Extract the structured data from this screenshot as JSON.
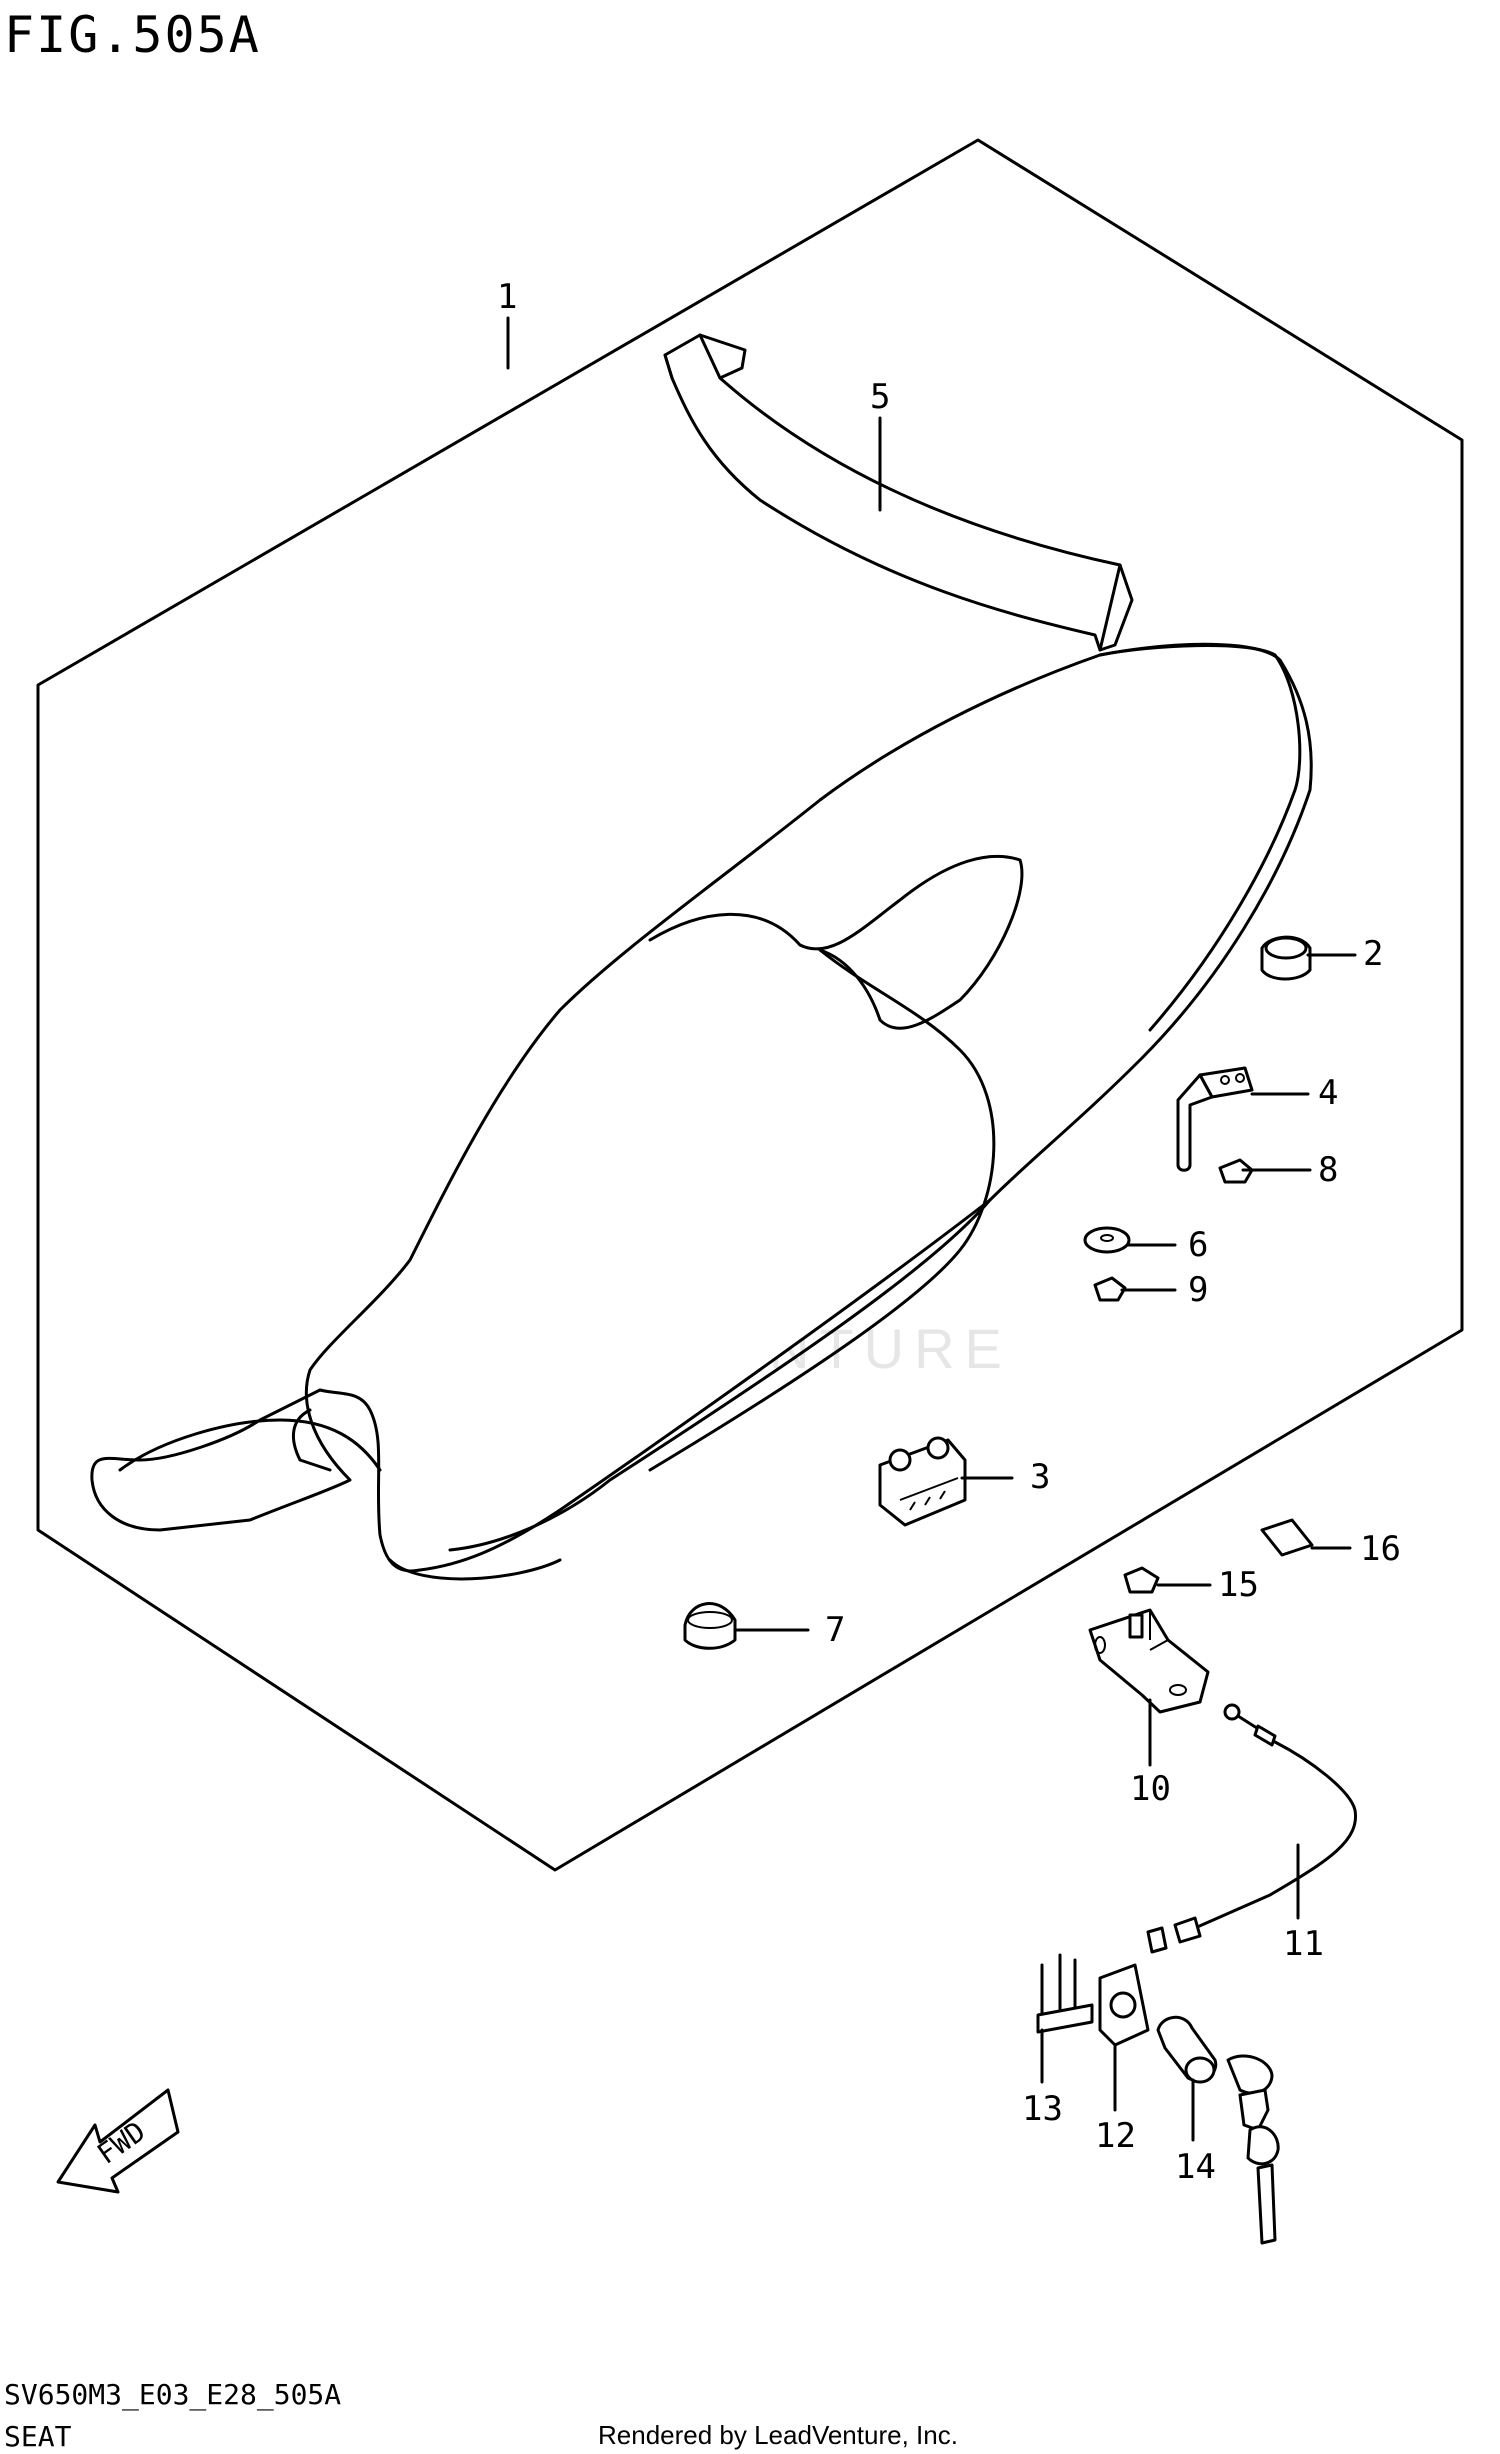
{
  "figure": {
    "title": "FIG.505A",
    "code": "SV650M3_E03_E28_505A",
    "caption": "SEAT",
    "credit": "Rendered by LeadVenture, Inc.",
    "watermark": "LEADVENTURE",
    "fwd_label": "FWD"
  },
  "callouts": [
    "1",
    "2",
    "3",
    "4",
    "5",
    "6",
    "7",
    "8",
    "9",
    "10",
    "11",
    "12",
    "13",
    "14",
    "15",
    "16"
  ]
}
